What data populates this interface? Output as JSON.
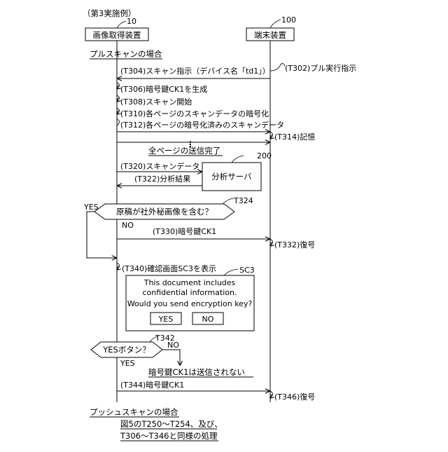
{
  "caption": "（第3実施例）",
  "lifelines": {
    "device": {
      "label": "画像取得装置",
      "ref": "10"
    },
    "terminal": {
      "label": "端末装置",
      "ref": "100"
    },
    "server": {
      "label": "分析サーバ",
      "ref": "200"
    }
  },
  "pull": {
    "heading": "プルスキャンの場合",
    "t302": "(T302)プル実行指示",
    "t304": "(T304)スキャン指示（デバイス名「td1」）",
    "t306": "(T306)暗号鍵CK1を生成",
    "t308": "(T308)スキャン開始",
    "t310": "(T310)各ページのスキャンデータの暗号化",
    "t312": "(T312)各ページの暗号化済みのスキャンデータ",
    "dots": "⋮",
    "t314": "(T314)記憶",
    "all_sent": "全ページの送信完了",
    "t320": "(T320)スキャンデータ",
    "t322": "(T322)分析結果",
    "decision1": {
      "label": "原稿が社外秘画像を含む？",
      "ref": "T324",
      "yes": "YES",
      "no": "NO"
    },
    "t330": "(T330)暗号鍵CK1",
    "t332": "(T332)復号",
    "t340": "(T340)確認画面SC3を表示",
    "dialog": {
      "ref": "SC3",
      "lines": [
        "This document includes",
        "confidential information.",
        "Would you send encryption key?"
      ],
      "yes": "YES",
      "no": "NO"
    },
    "decision2": {
      "label": "YESボタン？",
      "ref": "T342",
      "yes": "YES",
      "no": "NO"
    },
    "not_sent": "暗号鍵CK1は送信されない",
    "t344": "(T344)暗号鍵CK1",
    "t346": "(T346)復号"
  },
  "push": {
    "heading": "プッシュスキャンの場合",
    "note_line1": "図5のT250～T254、及び、",
    "note_line2": "T306～T346と同様の処理"
  }
}
